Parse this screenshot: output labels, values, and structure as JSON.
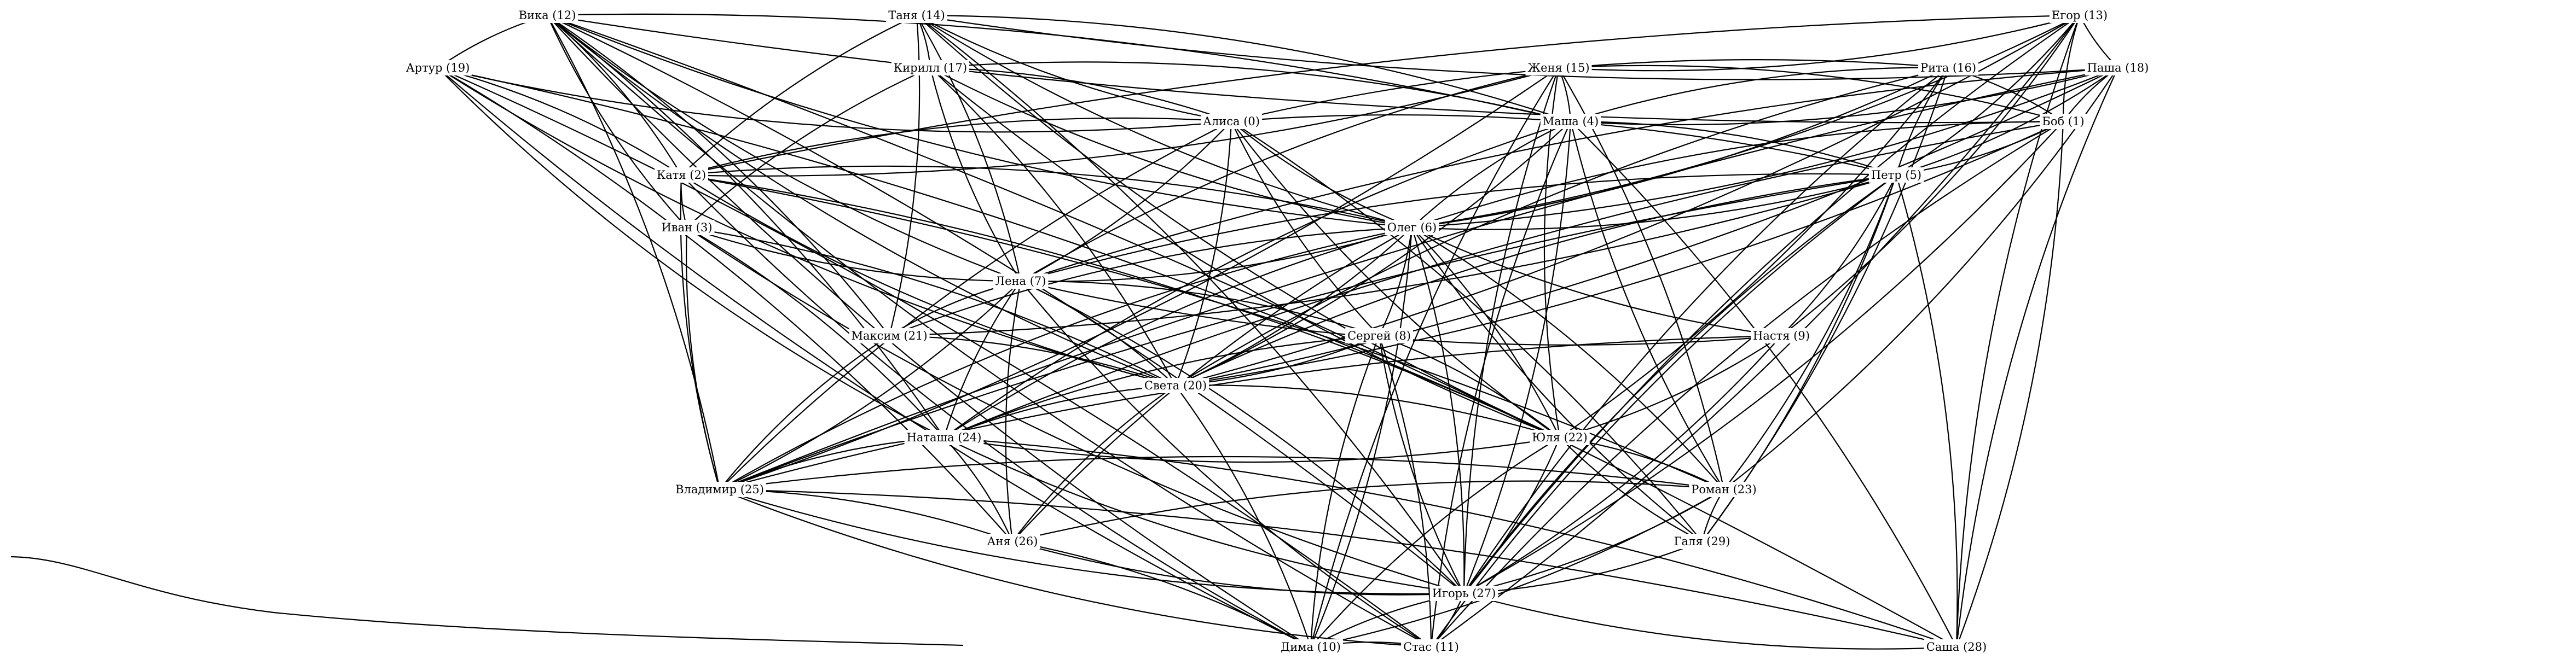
{
  "graph": {
    "type": "undirected",
    "colors": {
      "edge": "#000000",
      "text": "#000000",
      "background": "#ffffff"
    },
    "nodes": [
      {
        "id": "vika",
        "label": "Вика (12)"
      },
      {
        "id": "tanya",
        "label": "Таня (14)"
      },
      {
        "id": "egor",
        "label": "Егор (13)"
      },
      {
        "id": "artur",
        "label": "Артур (19)"
      },
      {
        "id": "kirill",
        "label": "Кирилл (17)"
      },
      {
        "id": "zhenya",
        "label": "Женя (15)"
      },
      {
        "id": "rita",
        "label": "Рита (16)"
      },
      {
        "id": "pasha",
        "label": "Паша (18)"
      },
      {
        "id": "alisa",
        "label": "Алиса (0)"
      },
      {
        "id": "masha",
        "label": "Маша (4)"
      },
      {
        "id": "bob",
        "label": "Боб (1)"
      },
      {
        "id": "katya",
        "label": "Катя (2)"
      },
      {
        "id": "petr",
        "label": "Петр (5)"
      },
      {
        "id": "ivan",
        "label": "Иван (3)"
      },
      {
        "id": "oleg",
        "label": "Олег (6)"
      },
      {
        "id": "lena",
        "label": "Лена (7)"
      },
      {
        "id": "maksim",
        "label": "Максим (21)"
      },
      {
        "id": "sergey",
        "label": "Сергей (8)"
      },
      {
        "id": "nastya",
        "label": "Настя (9)"
      },
      {
        "id": "sveta",
        "label": "Света (20)"
      },
      {
        "id": "natasha",
        "label": "Наташа (24)"
      },
      {
        "id": "yulya",
        "label": "Юля (22)"
      },
      {
        "id": "vladimir",
        "label": "Владимир (25)"
      },
      {
        "id": "roman",
        "label": "Роман (23)"
      },
      {
        "id": "anya",
        "label": "Аня (26)"
      },
      {
        "id": "galya",
        "label": "Галя (29)"
      },
      {
        "id": "igor",
        "label": "Игорь (27)"
      },
      {
        "id": "dima",
        "label": "Дима (10)"
      },
      {
        "id": "stas",
        "label": "Стас (11)"
      },
      {
        "id": "sasha",
        "label": "Саша (28)"
      }
    ],
    "edges": [
      [
        "vika",
        "artur"
      ],
      [
        "vika",
        "katya"
      ],
      [
        "vika",
        "ivan"
      ],
      [
        "vika",
        "maksim"
      ],
      [
        "vika",
        "lena"
      ],
      [
        "vika",
        "vladimir"
      ],
      [
        "vika",
        "sveta"
      ],
      [
        "vika",
        "natasha"
      ],
      [
        "vika",
        "oleg"
      ],
      [
        "vika",
        "masha"
      ],
      [
        "vika",
        "bob"
      ],
      [
        "vika",
        "igor"
      ],
      [
        "vika",
        "stas"
      ],
      [
        "vika",
        "sasha"
      ],
      [
        "vika",
        "dima"
      ],
      [
        "tanya",
        "kirill"
      ],
      [
        "tanya",
        "alisa"
      ],
      [
        "tanya",
        "lena"
      ],
      [
        "tanya",
        "katya"
      ],
      [
        "tanya",
        "maksim"
      ],
      [
        "tanya",
        "yulya"
      ],
      [
        "tanya",
        "masha"
      ],
      [
        "tanya",
        "pasha"
      ],
      [
        "tanya",
        "igor"
      ],
      [
        "tanya",
        "oleg"
      ],
      [
        "egor",
        "zhenya"
      ],
      [
        "egor",
        "bob"
      ],
      [
        "egor",
        "petr"
      ],
      [
        "egor",
        "pasha"
      ],
      [
        "egor",
        "nastya"
      ],
      [
        "egor",
        "igor"
      ],
      [
        "egor",
        "stas"
      ],
      [
        "egor",
        "sasha"
      ],
      [
        "egor",
        "sveta"
      ],
      [
        "egor",
        "katya"
      ],
      [
        "egor",
        "oleg"
      ],
      [
        "artur",
        "alisa"
      ],
      [
        "artur",
        "katya"
      ],
      [
        "artur",
        "dima"
      ],
      [
        "artur",
        "stas"
      ],
      [
        "artur",
        "sveta"
      ],
      [
        "artur",
        "yulya"
      ],
      [
        "artur",
        "natasha"
      ],
      [
        "artur",
        "anya"
      ],
      [
        "kirill",
        "lena"
      ],
      [
        "kirill",
        "sveta"
      ],
      [
        "kirill",
        "oleg"
      ],
      [
        "kirill",
        "alisa"
      ],
      [
        "kirill",
        "ivan"
      ],
      [
        "kirill",
        "masha"
      ],
      [
        "kirill",
        "yulya"
      ],
      [
        "zhenya",
        "katya"
      ],
      [
        "zhenya",
        "lena"
      ],
      [
        "zhenya",
        "masha"
      ],
      [
        "zhenya",
        "yulya"
      ],
      [
        "zhenya",
        "roman"
      ],
      [
        "zhenya",
        "igor"
      ],
      [
        "zhenya",
        "vladimir"
      ],
      [
        "zhenya",
        "dima"
      ],
      [
        "zhenya",
        "bob"
      ],
      [
        "rita",
        "masha"
      ],
      [
        "rita",
        "bob"
      ],
      [
        "rita",
        "petr"
      ],
      [
        "rita",
        "oleg"
      ],
      [
        "rita",
        "sveta"
      ],
      [
        "rita",
        "yulya"
      ],
      [
        "rita",
        "igor"
      ],
      [
        "rita",
        "galya"
      ],
      [
        "rita",
        "alisa"
      ],
      [
        "pasha",
        "masha"
      ],
      [
        "pasha",
        "bob"
      ],
      [
        "pasha",
        "petr"
      ],
      [
        "pasha",
        "lena"
      ],
      [
        "pasha",
        "sveta"
      ],
      [
        "pasha",
        "vladimir"
      ],
      [
        "pasha",
        "roman"
      ],
      [
        "pasha",
        "sasha"
      ],
      [
        "pasha",
        "oleg"
      ],
      [
        "alisa",
        "katya"
      ],
      [
        "alisa",
        "lena"
      ],
      [
        "alisa",
        "sergey"
      ],
      [
        "alisa",
        "sveta"
      ],
      [
        "alisa",
        "oleg"
      ],
      [
        "alisa",
        "petr"
      ],
      [
        "alisa",
        "yulya"
      ],
      [
        "alisa",
        "galya"
      ],
      [
        "alisa",
        "vladimir"
      ],
      [
        "masha",
        "petr"
      ],
      [
        "masha",
        "oleg"
      ],
      [
        "masha",
        "sveta"
      ],
      [
        "masha",
        "roman"
      ],
      [
        "masha",
        "igor"
      ],
      [
        "masha",
        "stas"
      ],
      [
        "masha",
        "sasha"
      ],
      [
        "masha",
        "natasha"
      ],
      [
        "bob",
        "petr"
      ],
      [
        "bob",
        "oleg"
      ],
      [
        "bob",
        "sveta"
      ],
      [
        "bob",
        "natasha"
      ],
      [
        "bob",
        "igor"
      ],
      [
        "bob",
        "stas"
      ],
      [
        "bob",
        "sasha"
      ],
      [
        "katya",
        "ivan"
      ],
      [
        "katya",
        "oleg"
      ],
      [
        "katya",
        "sveta"
      ],
      [
        "katya",
        "yulya"
      ],
      [
        "katya",
        "vladimir"
      ],
      [
        "katya",
        "roman"
      ],
      [
        "katya",
        "dima"
      ],
      [
        "petr",
        "oleg"
      ],
      [
        "petr",
        "lena"
      ],
      [
        "petr",
        "nastya"
      ],
      [
        "petr",
        "sveta"
      ],
      [
        "petr",
        "roman"
      ],
      [
        "petr",
        "igor"
      ],
      [
        "petr",
        "galya"
      ],
      [
        "petr",
        "stas"
      ],
      [
        "petr",
        "sasha"
      ],
      [
        "petr",
        "vladimir"
      ],
      [
        "petr",
        "maksim"
      ],
      [
        "ivan",
        "lena"
      ],
      [
        "ivan",
        "sveta"
      ],
      [
        "ivan",
        "vladimir"
      ],
      [
        "ivan",
        "natasha"
      ],
      [
        "ivan",
        "igor"
      ],
      [
        "oleg",
        "lena"
      ],
      [
        "oleg",
        "maksim"
      ],
      [
        "oleg",
        "sergey"
      ],
      [
        "oleg",
        "nastya"
      ],
      [
        "oleg",
        "sveta"
      ],
      [
        "oleg",
        "natasha"
      ],
      [
        "oleg",
        "yulya"
      ],
      [
        "oleg",
        "vladimir"
      ],
      [
        "oleg",
        "roman"
      ],
      [
        "oleg",
        "anya"
      ],
      [
        "oleg",
        "igor"
      ],
      [
        "oleg",
        "galya"
      ],
      [
        "oleg",
        "dima"
      ],
      [
        "lena",
        "maksim"
      ],
      [
        "lena",
        "sergey"
      ],
      [
        "lena",
        "nastya"
      ],
      [
        "lena",
        "sveta"
      ],
      [
        "lena",
        "natasha"
      ],
      [
        "lena",
        "vladimir"
      ],
      [
        "lena",
        "anya"
      ],
      [
        "lena",
        "igor"
      ],
      [
        "lena",
        "stas"
      ],
      [
        "maksim",
        "sveta"
      ],
      [
        "maksim",
        "vladimir"
      ],
      [
        "sergey",
        "sveta"
      ],
      [
        "sergey",
        "natasha"
      ],
      [
        "sergey",
        "yulya"
      ],
      [
        "sergey",
        "igor"
      ],
      [
        "sergey",
        "stas"
      ],
      [
        "sergey",
        "dima"
      ],
      [
        "nastya",
        "yulya"
      ],
      [
        "nastya",
        "vladimir"
      ],
      [
        "nastya",
        "igor"
      ],
      [
        "sveta",
        "natasha"
      ],
      [
        "sveta",
        "yulya"
      ],
      [
        "sveta",
        "anya"
      ],
      [
        "sveta",
        "dima"
      ],
      [
        "natasha",
        "vladimir"
      ],
      [
        "natasha",
        "anya"
      ],
      [
        "natasha",
        "igor"
      ],
      [
        "natasha",
        "sasha"
      ],
      [
        "natasha",
        "yulya"
      ],
      [
        "yulya",
        "roman"
      ],
      [
        "yulya",
        "galya"
      ],
      [
        "yulya",
        "igor"
      ],
      [
        "yulya",
        "dima"
      ],
      [
        "vladimir",
        "anya"
      ],
      [
        "vladimir",
        "igor"
      ],
      [
        "vladimir",
        "roman"
      ],
      [
        "vladimir",
        "stas"
      ],
      [
        "vladimir",
        "sasha"
      ],
      [
        "roman",
        "galya"
      ],
      [
        "roman",
        "igor"
      ],
      [
        "roman",
        "anya"
      ],
      [
        "roman",
        "dima"
      ],
      [
        "anya",
        "igor"
      ],
      [
        "galya",
        "igor"
      ],
      [
        "igor",
        "dima"
      ],
      [
        "igor",
        "stas"
      ],
      [
        "igor",
        "sasha"
      ],
      [
        "dima",
        "stas"
      ],
      [
        "dima",
        "anya"
      ]
    ]
  }
}
